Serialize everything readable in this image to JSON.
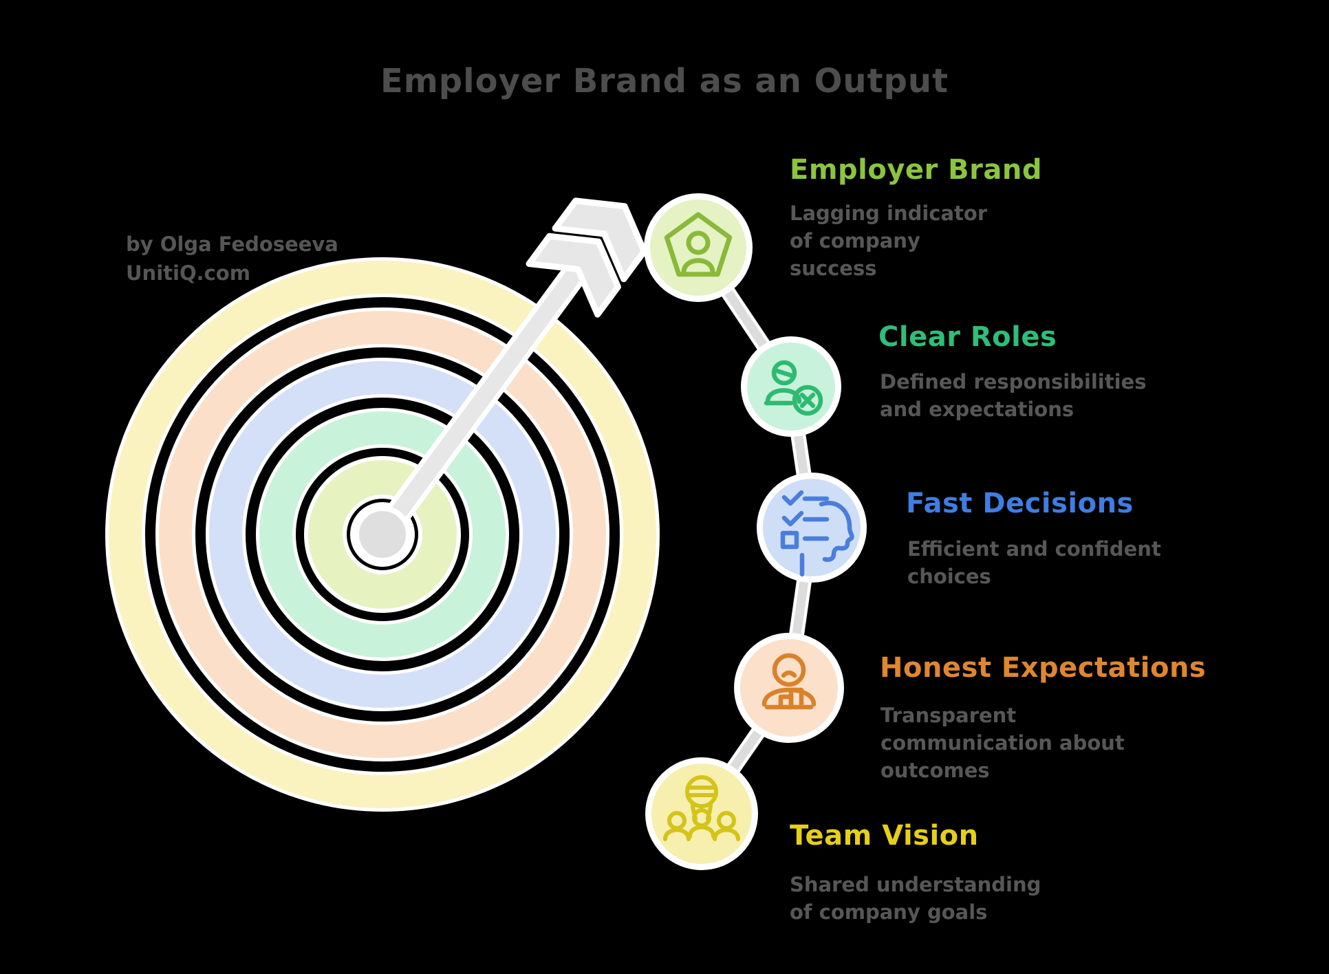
{
  "background": "#000000",
  "title": {
    "text": "Employer Brand as an Output",
    "color": "#4d4d4d"
  },
  "attribution": {
    "line1": "by Olga Fedoseeva",
    "line2": "UnitiQ.com",
    "color": "#565656"
  },
  "target": {
    "rings_outer_to_inner": [
      "#faf3c0",
      "#fbdfc8",
      "#d4e0f8",
      "#c9f2da",
      "#e6f2c0"
    ],
    "center_dot_color": "#dfdfdf",
    "arrow_color": "#e7e7e7",
    "outline_color": "#ffffff"
  },
  "connector_color": "#dcdcdc",
  "nodes": [
    {
      "label": "Employer Brand",
      "description": "Lagging indicator of company success",
      "accent": "#8bc53f",
      "circle_fill": "#e4f2c4",
      "icon": "pentagon-user-icon",
      "icon_color": "#8ab93a"
    },
    {
      "label": "Clear Roles",
      "description": "Defined responsibilities and expectations",
      "accent": "#2fbe79",
      "circle_fill": "#c9f2dd",
      "icon": "user-remove-icon",
      "icon_color": "#2eba71"
    },
    {
      "label": "Fast Decisions",
      "description": "Efficient and confident choices",
      "accent": "#3f7ee2",
      "circle_fill": "#cfdef7",
      "icon": "checklist-head-icon",
      "icon_color": "#4a7edb"
    },
    {
      "label": "Honest Expectations",
      "description": "Transparent communication about outcomes",
      "accent": "#df872f",
      "circle_fill": "#fce0ca",
      "icon": "user-chart-icon",
      "icon_color": "#d9822b"
    },
    {
      "label": "Team Vision",
      "description": "Shared understanding of company goals",
      "accent": "#e6cf17",
      "circle_fill": "#f6efae",
      "icon": "team-idea-icon",
      "icon_color": "#d4c418"
    }
  ]
}
